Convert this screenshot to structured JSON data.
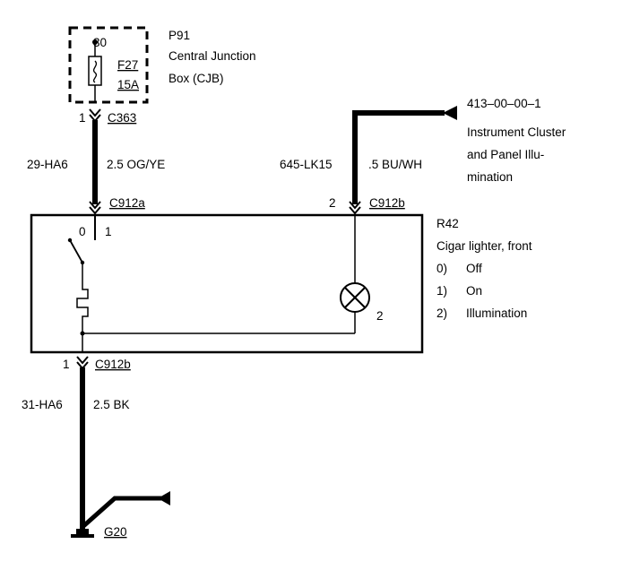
{
  "fuse_box": {
    "ref": "P91",
    "name_line1": "Central Junction",
    "name_line2": "Box (CJB)",
    "pin_top": "30",
    "fuse_id": "F27",
    "fuse_rating": "15A"
  },
  "connectors": {
    "c363_pin": "1",
    "c363": "C363",
    "c912a": "C912a",
    "c912b_top_pin": "2",
    "c912b_top": "C912b",
    "c912b_bottom_pin": "1",
    "c912b_bottom": "C912b"
  },
  "wires": {
    "feed_circuit": "29-HA6",
    "feed_spec": "2.5 OG/YE",
    "illum_circuit": "645-LK15",
    "illum_spec": ".5 BU/WH",
    "ground_circuit": "31-HA6",
    "ground_spec": "2.5 BK"
  },
  "cluster_ref": {
    "code": "413–00–00–1",
    "line1": "Instrument Cluster",
    "line2": "and Panel Illu-",
    "line3": "mination"
  },
  "component": {
    "ref": "R42",
    "name": "Cigar lighter, front",
    "switch_pos0": "0",
    "switch_pos1": "1",
    "lamp_label": "2",
    "legend": [
      {
        "key": "0)",
        "value": "Off"
      },
      {
        "key": "1)",
        "value": "On"
      },
      {
        "key": "2)",
        "value": "Illumination"
      }
    ]
  },
  "ground": {
    "ref": "G20"
  }
}
